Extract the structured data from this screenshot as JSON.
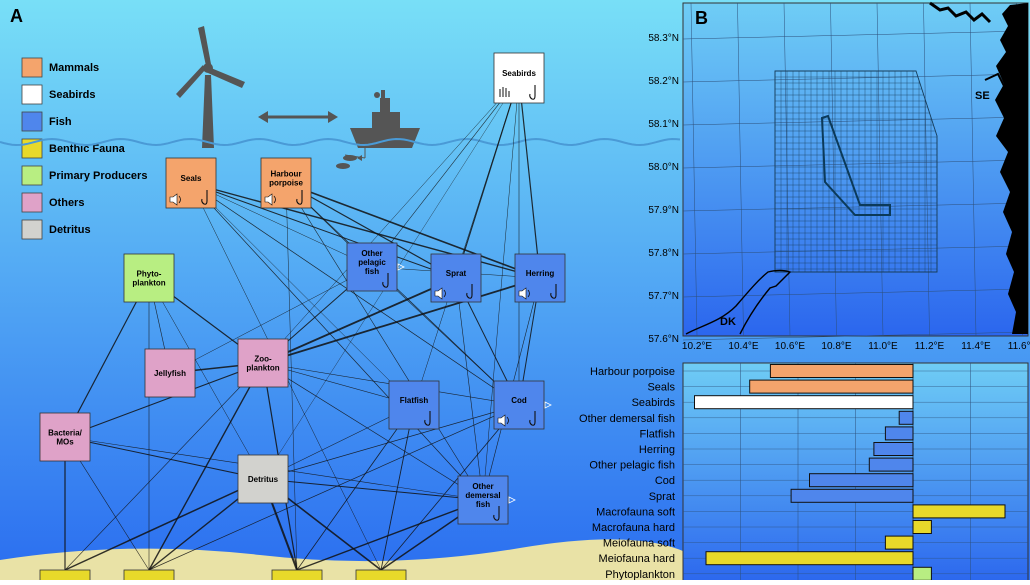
{
  "panel_a": {
    "letter": "A",
    "legend": [
      {
        "label": "Mammals",
        "color": "#f4a46c"
      },
      {
        "label": "Seabirds",
        "color": "#ffffff"
      },
      {
        "label": "Fish",
        "color": "#4f86ec"
      },
      {
        "label": "Benthic Fauna",
        "color": "#e8d92a"
      },
      {
        "label": "Primary Producers",
        "color": "#b8ee82"
      },
      {
        "label": "Others",
        "color": "#dfa2c8"
      },
      {
        "label": "Detritus",
        "color": "#d2d2ce"
      }
    ],
    "nodes": [
      {
        "id": "seabirds",
        "lines": [
          "Seabirds"
        ],
        "color": "#ffffff"
      },
      {
        "id": "seals",
        "lines": [
          "Seals"
        ],
        "color": "#f4a46c"
      },
      {
        "id": "harbour_porpoise",
        "lines": [
          "Harbour",
          "porpoise"
        ],
        "color": "#f4a46c"
      },
      {
        "id": "phytoplankton",
        "lines": [
          "Phyto-",
          "plankton"
        ],
        "color": "#b8ee82"
      },
      {
        "id": "jellyfish",
        "lines": [
          "Jellyfish"
        ],
        "color": "#dfa2c8"
      },
      {
        "id": "zooplankton",
        "lines": [
          "Zoo-",
          "plankton"
        ],
        "color": "#dfa2c8"
      },
      {
        "id": "bacteria",
        "lines": [
          "Bacteria/",
          "MOs"
        ],
        "color": "#dfa2c8"
      },
      {
        "id": "detritus",
        "lines": [
          "Detritus"
        ],
        "color": "#d2d2ce"
      },
      {
        "id": "other_pelagic",
        "lines": [
          "Other",
          "pelagic",
          "fish"
        ],
        "color": "#4f86ec"
      },
      {
        "id": "sprat",
        "lines": [
          "Sprat"
        ],
        "color": "#4f86ec"
      },
      {
        "id": "herring",
        "lines": [
          "Herring"
        ],
        "color": "#4f86ec"
      },
      {
        "id": "flatfish",
        "lines": [
          "Flatfish"
        ],
        "color": "#4f86ec"
      },
      {
        "id": "cod",
        "lines": [
          "Cod"
        ],
        "color": "#4f86ec"
      },
      {
        "id": "other_demersal",
        "lines": [
          "Other",
          "demersal",
          "fish"
        ],
        "color": "#4f86ec"
      }
    ],
    "benthic_boxes": [
      {
        "color": "#e8d92a"
      },
      {
        "color": "#e8d92a"
      },
      {
        "color": "#e8d92a"
      },
      {
        "color": "#e8d92a"
      }
    ]
  },
  "panel_b": {
    "letter": "B",
    "map": {
      "lat_ticks": [
        "58.3°N",
        "58.2°N",
        "58.1°N",
        "58.0°N",
        "57.9°N",
        "57.8°N",
        "57.7°N",
        "57.6°N"
      ],
      "lon_ticks": [
        "10.2°E",
        "10.4°E",
        "10.6°E",
        "10.8°E",
        "11.0°E",
        "11.2°E",
        "11.4°E",
        "11.6°E"
      ],
      "labels": {
        "se": "SE",
        "dk": "DK"
      }
    },
    "chart_data": {
      "type": "bar",
      "orientation": "horizontal",
      "categories": [
        "Harbour porpoise",
        "Seals",
        "Seabirds",
        "Other demersal fish",
        "Flatfish",
        "Herring",
        "Other pelagic fish",
        "Cod",
        "Sprat",
        "Macrofauna soft",
        "Macrofauna hard",
        "Meiofauna soft",
        "Meiofauna hard",
        "Phytoplankton"
      ],
      "values": [
        -0.62,
        -0.71,
        -0.95,
        -0.06,
        -0.12,
        -0.17,
        -0.19,
        -0.45,
        -0.53,
        0.4,
        0.08,
        -0.12,
        -0.9,
        0.08
      ],
      "colors": [
        "#f4a46c",
        "#f4a46c",
        "#ffffff",
        "#4f86ec",
        "#4f86ec",
        "#4f86ec",
        "#4f86ec",
        "#4f86ec",
        "#4f86ec",
        "#e8d92a",
        "#e8d92a",
        "#e8d92a",
        "#e8d92a",
        "#b8ee82"
      ],
      "xlim": [
        -1.0,
        0.5
      ]
    }
  }
}
